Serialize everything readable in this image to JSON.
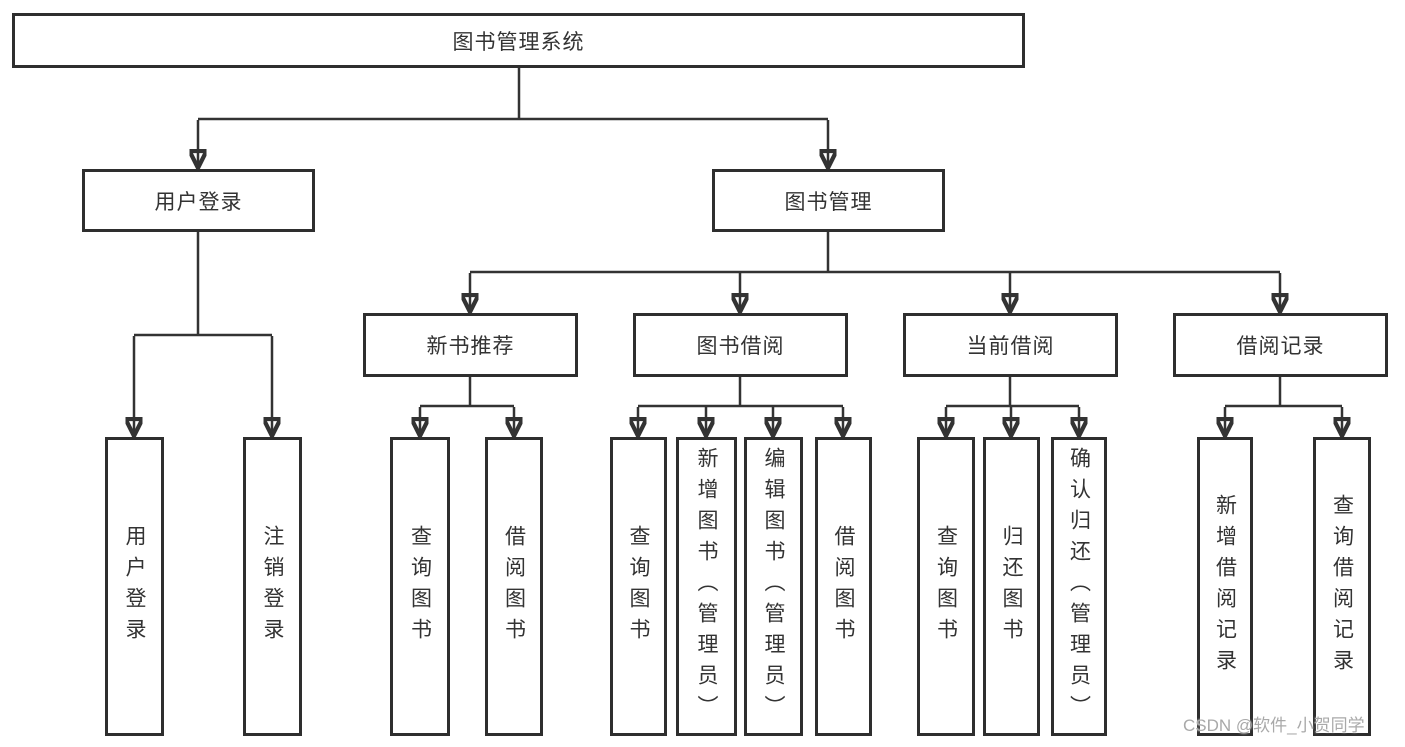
{
  "diagram": {
    "root": {
      "label": "图书管理系统"
    },
    "branches": [
      {
        "label": "用户登录",
        "children": [
          {
            "label": "用户登录"
          },
          {
            "label": "注销登录"
          }
        ]
      },
      {
        "label": "图书管理",
        "children": [
          {
            "label": "新书推荐",
            "children": [
              {
                "label": "查询图书"
              },
              {
                "label": "借阅图书"
              }
            ]
          },
          {
            "label": "图书借阅",
            "children": [
              {
                "label": "查询图书"
              },
              {
                "label": "新增图书（管理员）"
              },
              {
                "label": "编辑图书（管理员）"
              },
              {
                "label": "借阅图书"
              }
            ]
          },
          {
            "label": "当前借阅",
            "children": [
              {
                "label": "查询图书"
              },
              {
                "label": "归还图书"
              },
              {
                "label": "确认归还（管理员）"
              }
            ]
          },
          {
            "label": "借阅记录",
            "children": [
              {
                "label": "新增借阅记录"
              },
              {
                "label": "查询借阅记录"
              }
            ]
          }
        ]
      }
    ]
  },
  "watermark": {
    "text": "CSDN @软件_小贺同学"
  },
  "colors": {
    "line": "#333333",
    "box_border": "#2e2e2e",
    "box_fill": "#ffffff",
    "text": "#333333",
    "watermark": "#a9a9a9"
  }
}
